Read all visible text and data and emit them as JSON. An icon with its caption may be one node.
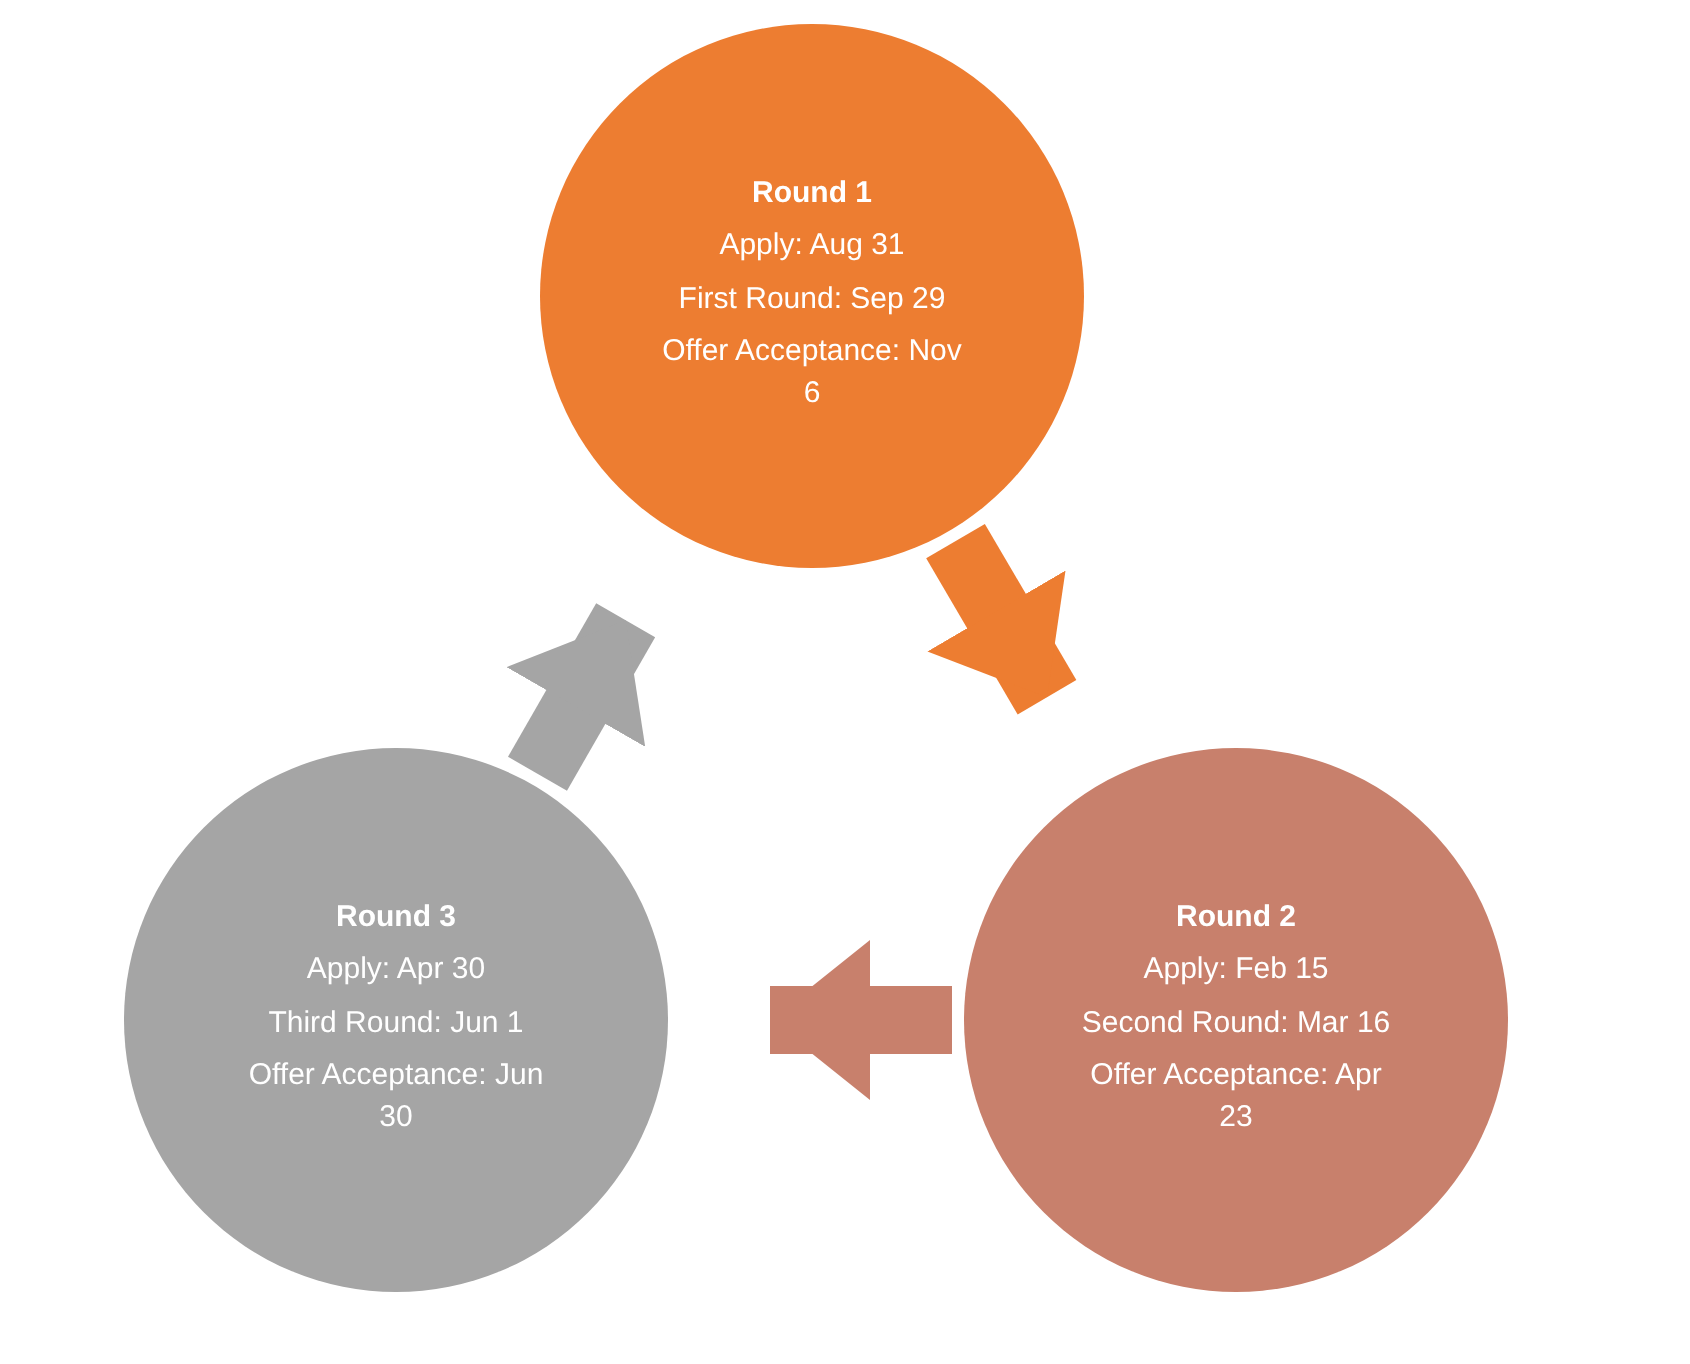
{
  "diagram": {
    "nodes": [
      {
        "text": [
          "Round 1",
          "Apply: Aug 31",
          "First Round: Sep 29",
          "Offer Acceptance: Nov 6"
        ]
      },
      {
        "text": [
          "Round 2",
          "Apply: Feb 15",
          "Second Round: Mar 16",
          "Offer Acceptance: Apr 23"
        ]
      },
      {
        "text": [
          "Round 3",
          "Apply: Apr 30",
          "Third Round: Jun 1",
          "Offer Acceptance: Jun 30"
        ]
      }
    ],
    "edges": [
      {
        "from": 0,
        "to": 1,
        "arrow": "to",
        "color": "#ed7d31"
      },
      {
        "from": 1,
        "to": 2,
        "arrow": "to",
        "color": "#c8806c"
      },
      {
        "from": 2,
        "to": 0,
        "arrow": "to",
        "color": "#a5a5a5"
      }
    ]
  }
}
